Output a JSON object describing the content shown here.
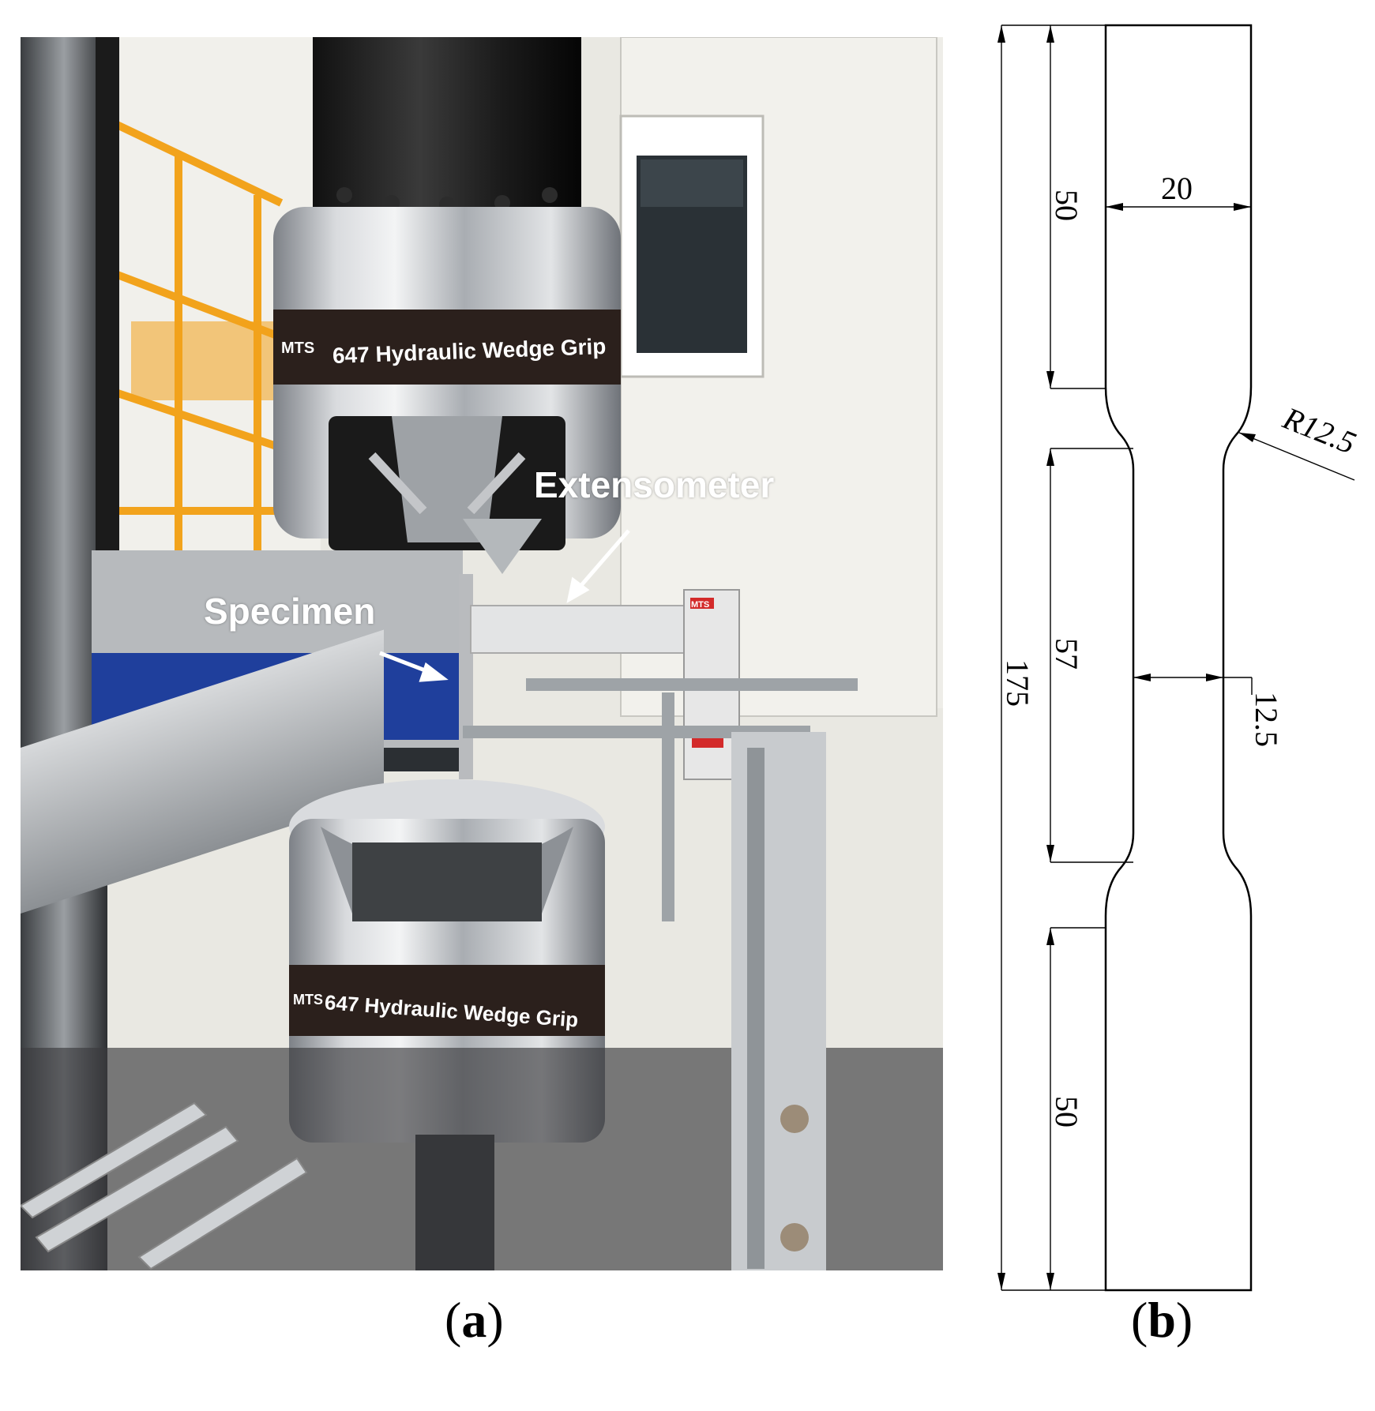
{
  "photo": {
    "grip_label_top": "647 Hydraulic Wedge Grip",
    "grip_label_bottom": "647 Hydraulic Wedge Grip",
    "brand_top": "MTS",
    "brand_bottom": "MTS",
    "brand_extensometer": "MTS",
    "callout_extensometer": "Extensometer",
    "callout_specimen": "Specimen"
  },
  "drawing": {
    "dim_total_length": "175",
    "dim_grip_top": "50",
    "dim_gauge": "57",
    "dim_grip_bottom": "50",
    "dim_grip_width": "20",
    "dim_gauge_width": "12.5",
    "dim_radius": "R12.5"
  },
  "captions": {
    "a": {
      "open": "(",
      "letter": "a",
      "close": ")"
    },
    "b": {
      "open": "(",
      "letter": "b",
      "close": ")"
    }
  },
  "colors": {
    "callout_text": "#ffffff",
    "grip_band": "#2b201c",
    "grip_metal": "#c8cacc",
    "table_blue": "#1f3f9c",
    "scaffold_orange": "#f2a31c",
    "line": "#000000"
  }
}
